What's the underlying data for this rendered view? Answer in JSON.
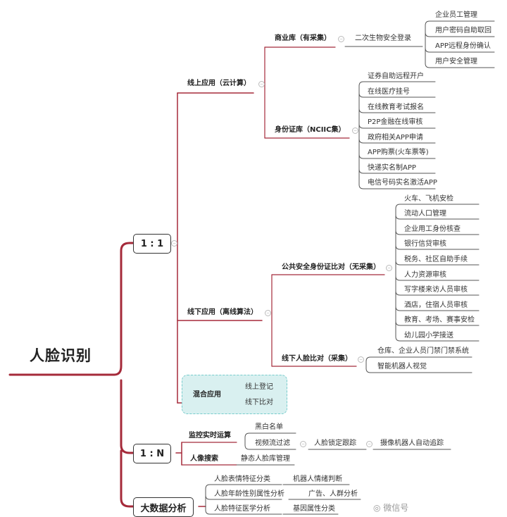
{
  "root": {
    "label": "人脸识别"
  },
  "one_to_one": {
    "label": "1 : 1",
    "online": {
      "label": "线上应用（云计算）",
      "business": {
        "label": "商业库（有采集）",
        "mid": "二次生物安全登录",
        "items": [
          "企业员工管理",
          "用户密码自助取回",
          "APP远程身份确认",
          "用户安全管理"
        ]
      },
      "idcard": {
        "label": "身份证库（NCIIC集）",
        "items": [
          "证券自助远程开户",
          "在线医疗挂号",
          "在线教育考试报名",
          "P2P金融在线审核",
          "政府相关APP申请",
          "APP购票(火车票等)",
          "快递实名制APP",
          "电信号码实名激活APP"
        ]
      }
    },
    "offline": {
      "label": "线下应用（离线算法）",
      "public": {
        "label": "公共安全身份证比对（无采集）",
        "items": [
          "火车、飞机安检",
          "流动人口管理",
          "企业用工身份核查",
          "银行信贷审核",
          "税务、社区自助手续",
          "人力资源审核",
          "写字楼来访人员审核",
          "酒店，住宿人员审核",
          "教育、考场、赛事安检",
          "幼儿园小学接送"
        ]
      },
      "offline_face": {
        "label": "线下人脸比对（采集）",
        "items": [
          "仓库、企业人员门禁门禁系统",
          "智能机器人视觉"
        ]
      }
    },
    "hybrid": {
      "label": "混合应用",
      "items": [
        "线上登记",
        "线下比对"
      ]
    }
  },
  "one_to_n": {
    "label": "1 : N",
    "monitor": {
      "label": "监控实时运算",
      "items": [
        "黑白名单",
        "视频流过滤"
      ],
      "chain": [
        "人脸锁定跟踪",
        "摄像机器人自动追踪"
      ]
    },
    "search": {
      "label": "人像搜索",
      "item": "静态人脸库管理"
    }
  },
  "big_data": {
    "label": "大数据分析",
    "rows": [
      {
        "a": "人脸表情特征分类",
        "b": "机器人情绪判断"
      },
      {
        "a": "人脸年龄性别属性分析",
        "b": "广告、人群分析"
      },
      {
        "a": "人脸特征医学分析",
        "b": "基因属性分类"
      }
    ]
  },
  "watermark": {
    "text": "微信号"
  },
  "colors": {
    "branch": "#a52a3a",
    "hybrid_bg": "#d9f0f0"
  }
}
